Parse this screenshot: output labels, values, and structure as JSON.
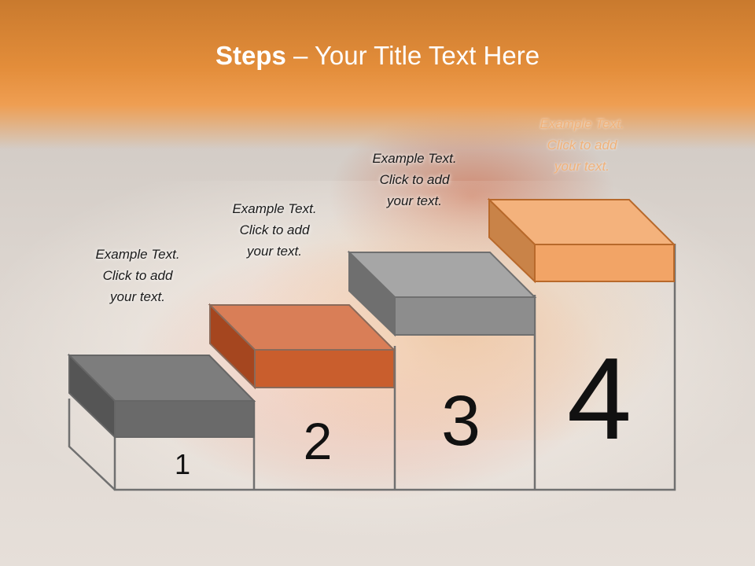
{
  "title": {
    "bold": "Steps",
    "rest": " – Your Title Text Here"
  },
  "steps": [
    {
      "number": "1",
      "lines": [
        "Example Text.",
        "Click  to add",
        "your text."
      ],
      "color": "#6e6e6e"
    },
    {
      "number": "2",
      "lines": [
        "Example Text.",
        "Click  to add",
        "your text."
      ],
      "color": "#c8612f"
    },
    {
      "number": "3",
      "lines": [
        "Example Text.",
        "Click  to add",
        "your text."
      ],
      "color": "#8f8f8f"
    },
    {
      "number": "4",
      "lines": [
        "Example Text.",
        "Click  to add",
        "your text."
      ],
      "color": "#f2a568"
    }
  ],
  "colors": {
    "header": "#e38d3a",
    "outline": "#707070"
  }
}
